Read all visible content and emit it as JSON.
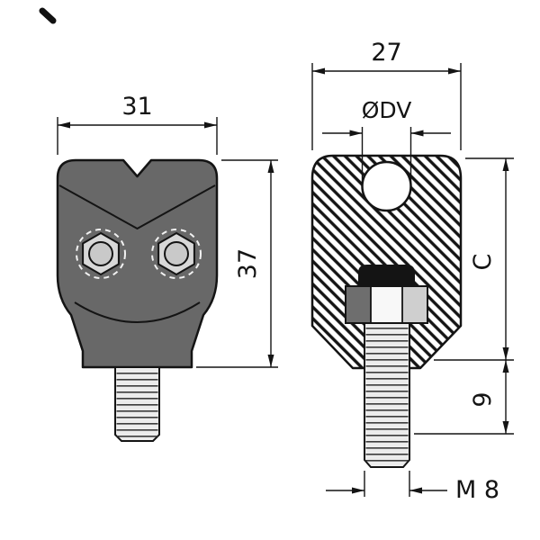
{
  "drawing": {
    "type": "technical-drawing-two-views",
    "views": {
      "front": {
        "width": "31",
        "height": "37"
      },
      "side": {
        "width": "27",
        "hole_diameter": "ØDV",
        "height": "C",
        "stud_offset": "9",
        "thread": "M 8"
      }
    },
    "colors": {
      "background": "#ffffff",
      "line": "#141414",
      "body_fill": "#686868",
      "bolt_head_fill": "#d8d8d8",
      "bolt_washer_fill": "#c9c9c9",
      "nut_face_light": "#f8f8f8",
      "nut_face_mid": "#cfcfcf",
      "nut_face_dark": "#6e6e6e",
      "cap_fill": "#141414",
      "stud_fill": "#ececec"
    }
  }
}
